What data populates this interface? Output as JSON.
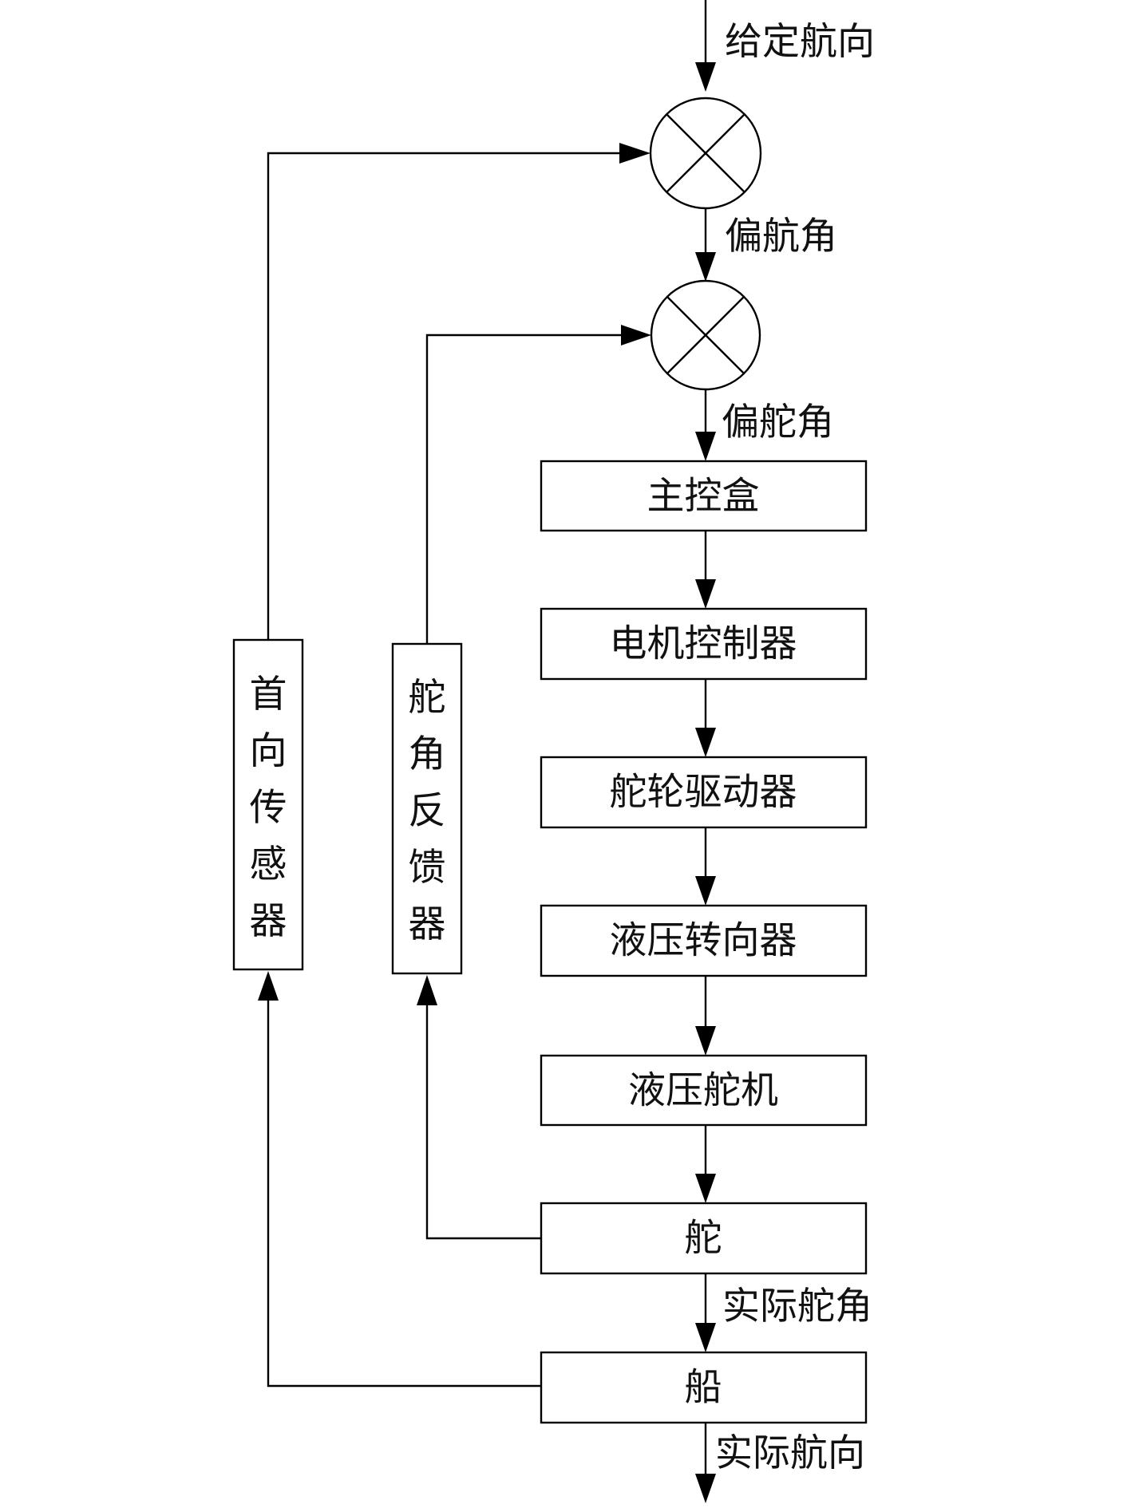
{
  "labels": {
    "set_heading": "给定航向",
    "yaw_angle": "偏航角",
    "rudder_deviation": "偏舵角",
    "actual_rudder_angle": "实际舵角",
    "actual_heading": "实际航向"
  },
  "blocks": {
    "main_control_box": "主控盒",
    "motor_controller": "电机控制器",
    "helm_driver": "舵轮驱动器",
    "hydraulic_steering_gear": "液压转向器",
    "hydraulic_steering_engine": "液压舵机",
    "rudder": "舵",
    "ship": "船"
  },
  "feedback": {
    "heading_sensor": [
      "首",
      "向",
      "传",
      "感",
      "器"
    ],
    "rudder_angle_feedback": [
      "舵",
      "角",
      "反",
      "馈",
      "器"
    ]
  }
}
